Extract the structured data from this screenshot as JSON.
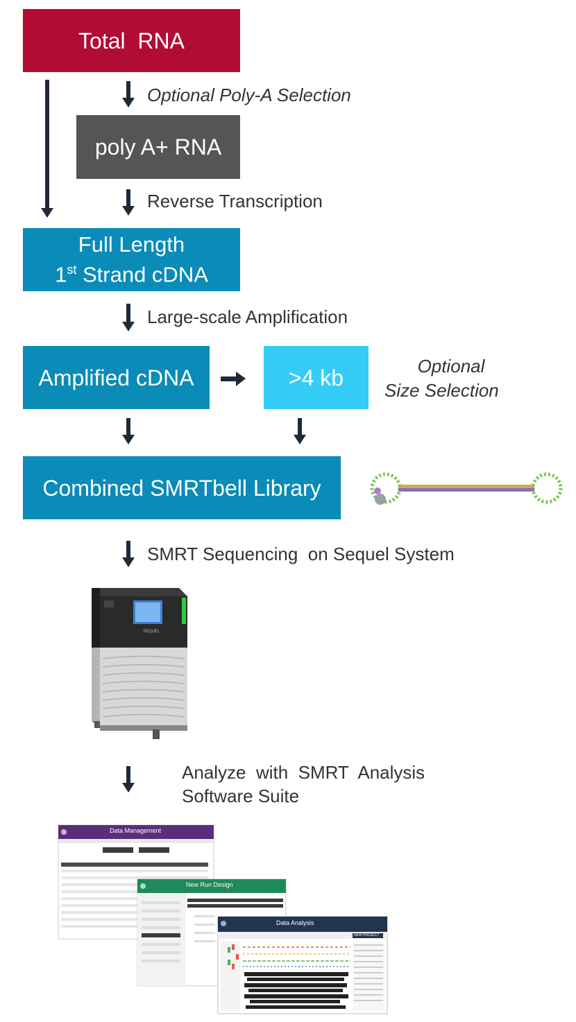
{
  "colors": {
    "crimson": "#b20b34",
    "gray": "#555555",
    "teal": "#0a8bb8",
    "cyan": "#35cdf6",
    "arrow": "#1e2a3a"
  },
  "boxes": {
    "total_rna": "Total  RNA",
    "polya_rna": "poly A+ RNA",
    "fl_line1": "Full Length",
    "fl_line2_prefix": "1",
    "fl_line2_sup": "st",
    "fl_line2_rest": " Strand cDNA",
    "amplified": "Amplified cDNA",
    "size_select": ">4 kb",
    "library": "Combined SMRTbell Library"
  },
  "labels": {
    "polya_selection": "Optional Poly-A Selection",
    "reverse_transcription": "Reverse Transcription",
    "amplification": "Large-scale Amplification",
    "optional": "Optional",
    "size_selection": "Size Selection",
    "sequencing": "SMRT Sequencing  on Sequel System",
    "analyze_line1": "Analyze  with  SMRT  Analysis",
    "analyze_line2": "Software Suite"
  },
  "instrument": {
    "name": "SEQUEL"
  },
  "screens": {
    "data_management": "Data Management",
    "new_run_design": "New Run Design",
    "data_analysis": "Data Analysis",
    "new_project": "NEW PROJECT"
  }
}
